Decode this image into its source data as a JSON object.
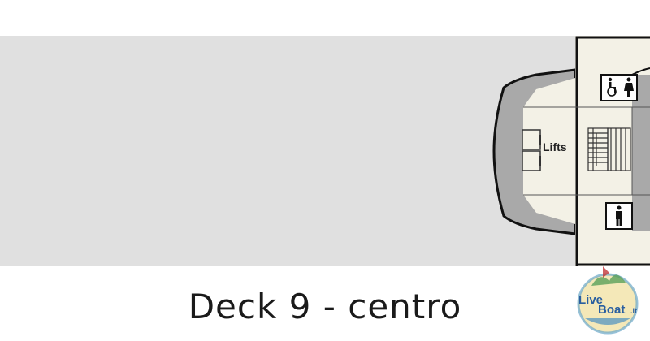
{
  "deck": {
    "title": "Deck 9 - centro",
    "lifts_label": "Lifts"
  },
  "icons": {
    "restroom_top": [
      "wheelchair-icon",
      "female-icon"
    ],
    "restroom_bottom": [
      "male-icon"
    ]
  },
  "logo": {
    "text_live": "Live",
    "text_boat": "Boat",
    "text_tld": ".it"
  },
  "colors": {
    "deck_fill": "#e0e0e0",
    "interior_fill": "#f3f1e6",
    "hull_dark": "#a9a9a9",
    "outline": "#111111"
  }
}
